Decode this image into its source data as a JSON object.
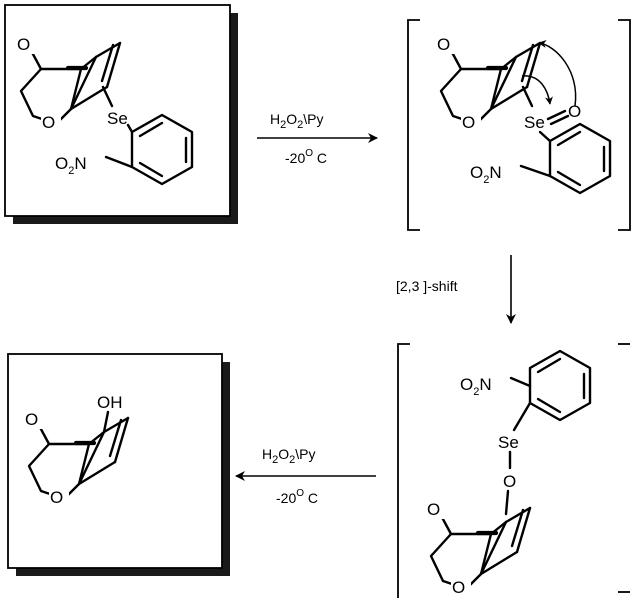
{
  "atoms": {
    "o_bridge": "O",
    "o_ring": "O",
    "se": "Se",
    "o": "O",
    "oh": "OH",
    "o2n": {
      "o": "O",
      "sub": "2",
      "n": "N"
    }
  },
  "conditions": {
    "oxidant": {
      "a": "H",
      "sub1": "2",
      "b": "O",
      "sub2": "2",
      "c": "\\Py"
    },
    "temperature": {
      "value": "-20",
      "deg": "O",
      "unit": " C"
    },
    "shift": "[2,3 ]-shift"
  },
  "colors": {
    "ink": "#000000",
    "paper": "#ffffff",
    "shadow": "#1a1a1a"
  }
}
